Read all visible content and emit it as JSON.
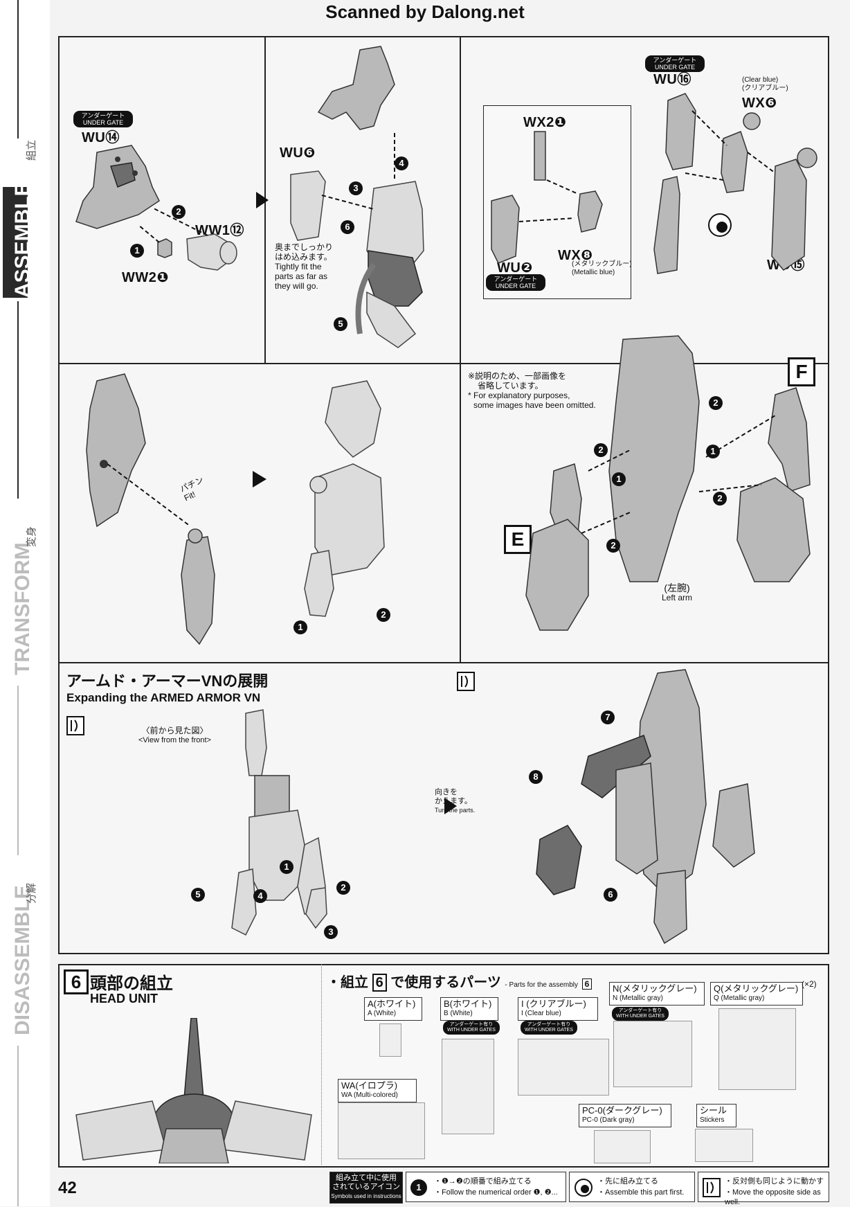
{
  "header": {
    "scan_credit": "Scanned by Dalong.net"
  },
  "sidebar": {
    "sections": [
      {
        "en": "ASSEMBLE",
        "jp": "組立",
        "active": true
      },
      {
        "en": "TRANSFORM",
        "jp": "変身",
        "active": false
      },
      {
        "en": "DISASSEMBLE",
        "jp": "分解",
        "active": false
      }
    ]
  },
  "panel1": {
    "parts": {
      "wu14": "WU⑭",
      "ww1_12": "WW1⑫",
      "ww2_1": "WW2❶",
      "under_gate_jp": "アンダーゲート",
      "under_gate_en": "UNDER GATE"
    }
  },
  "panel2": {
    "part": "WU❻",
    "note_jp_1": "奥までしっかり",
    "note_jp_2": "はめ込みます。",
    "note_en_1": "Tightly fit the",
    "note_en_2": "parts as far as",
    "note_en_3": "they will go."
  },
  "panel3": {
    "wu16": "WU⑯",
    "wx6": "WX❻",
    "wx2_1": "WX2❶",
    "wx8": "WX❽",
    "wu2": "WU❷",
    "wu15": "WU⑮",
    "clear_blue_en": "(Clear blue)",
    "clear_blue_jp": "(クリアブルー)",
    "metallic_blue_jp": "(メタリックブルー)",
    "metallic_blue_en": "(Metallic blue)",
    "under_gate_jp": "アンダーゲート",
    "under_gate_en": "UNDER GATE"
  },
  "panel4": {
    "fit_jp": "パチン",
    "fit_en": "Fit!"
  },
  "panel6": {
    "note_jp_1": "※説明のため、一部画像を",
    "note_jp_2": "省略しています。",
    "note_en_1": "* For explanatory purposes,",
    "note_en_2": "some images have been omitted.",
    "label_e": "E",
    "label_f": "F",
    "left_arm_jp": "(左腕)",
    "left_arm_en": "Left arm"
  },
  "transform": {
    "title_jp": "アームド・アーマーVNの展開",
    "title_en": "Expanding the ARMED ARMOR VN",
    "front_view_jp": "〈前から見た図〉",
    "front_view_en": "<View from the front>",
    "turn_jp_1": "向きを",
    "turn_jp_2": "かえます。",
    "turn_en": "Turn the parts."
  },
  "head_unit": {
    "step_num": "6",
    "title_jp": "頭部の組立",
    "title_en": "HEAD UNIT",
    "parts_heading_jp": "・組立",
    "parts_heading_num": "6",
    "parts_heading_jp2": "で使用するパーツ",
    "parts_heading_en": "- Parts for the assembly",
    "parts_heading_en_num": "6",
    "with_under_gates": "WITH UNDER GATES",
    "under_gate_jp": "アンダーゲート有り",
    "times2": "(×2)",
    "parts": [
      {
        "jp": "A(ホワイト)",
        "en": "A (White)"
      },
      {
        "jp": "B(ホワイト)",
        "en": "B (White)"
      },
      {
        "jp": "I (クリアブルー)",
        "en": "I (Clear blue)"
      },
      {
        "jp": "N(メタリックグレー)",
        "en": "N (Metallic gray)"
      },
      {
        "jp": "Q(メタリックグレー)",
        "en": "Q (Metallic gray)"
      },
      {
        "jp": "WA(イロプラ)",
        "en": "WA (Multi-colored)"
      },
      {
        "jp": "PC-0(ダークグレー)",
        "en": "PC-0 (Dark gray)"
      },
      {
        "jp": "シール",
        "en": "Stickers"
      }
    ]
  },
  "footer": {
    "page_number": "42",
    "legend_title_jp_1": "組み立て中に使用",
    "legend_title_jp_2": "されているアイコン",
    "legend_title_en": "Symbols used in instructions",
    "order_jp": "・❶→❷の順番で組み立てる",
    "order_en": "・Follow the numerical order ❶, ❷...",
    "first_jp": "・先に組み立てる",
    "first_en": "・Assemble this part first.",
    "opposite_jp": "・反対側も同じように動かす",
    "opposite_en": "・Move the opposite side as well."
  }
}
